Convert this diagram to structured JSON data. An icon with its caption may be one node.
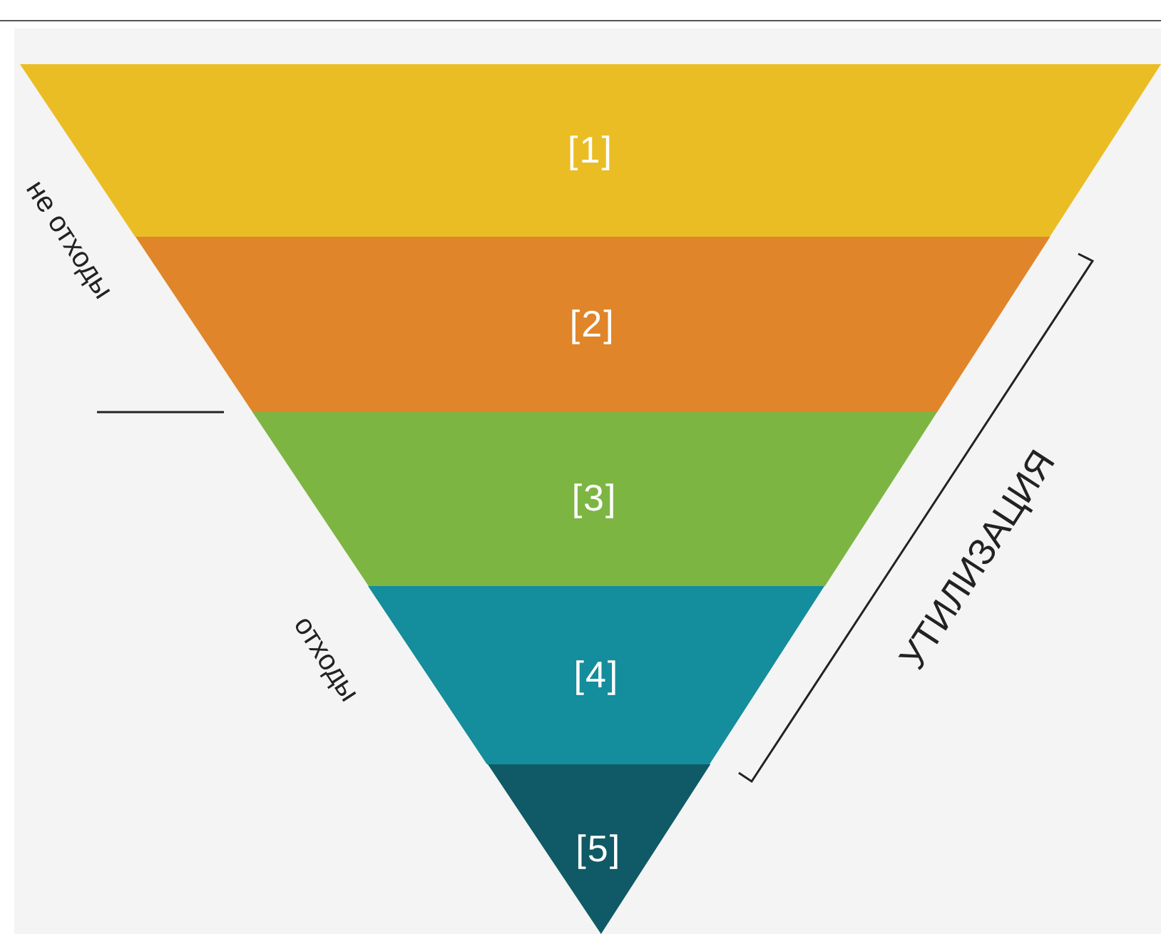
{
  "diagram": {
    "nodes": [
      {
        "text": [
          "[1]"
        ]
      },
      {
        "text": [
          "[2]"
        ]
      },
      {
        "text": [
          "[3]"
        ]
      },
      {
        "text": [
          "[4]"
        ]
      },
      {
        "text": [
          "[5]"
        ]
      }
    ],
    "labels": [
      "не отходы",
      "отходы",
      "УТИЛИЗАЦИЯ"
    ]
  }
}
